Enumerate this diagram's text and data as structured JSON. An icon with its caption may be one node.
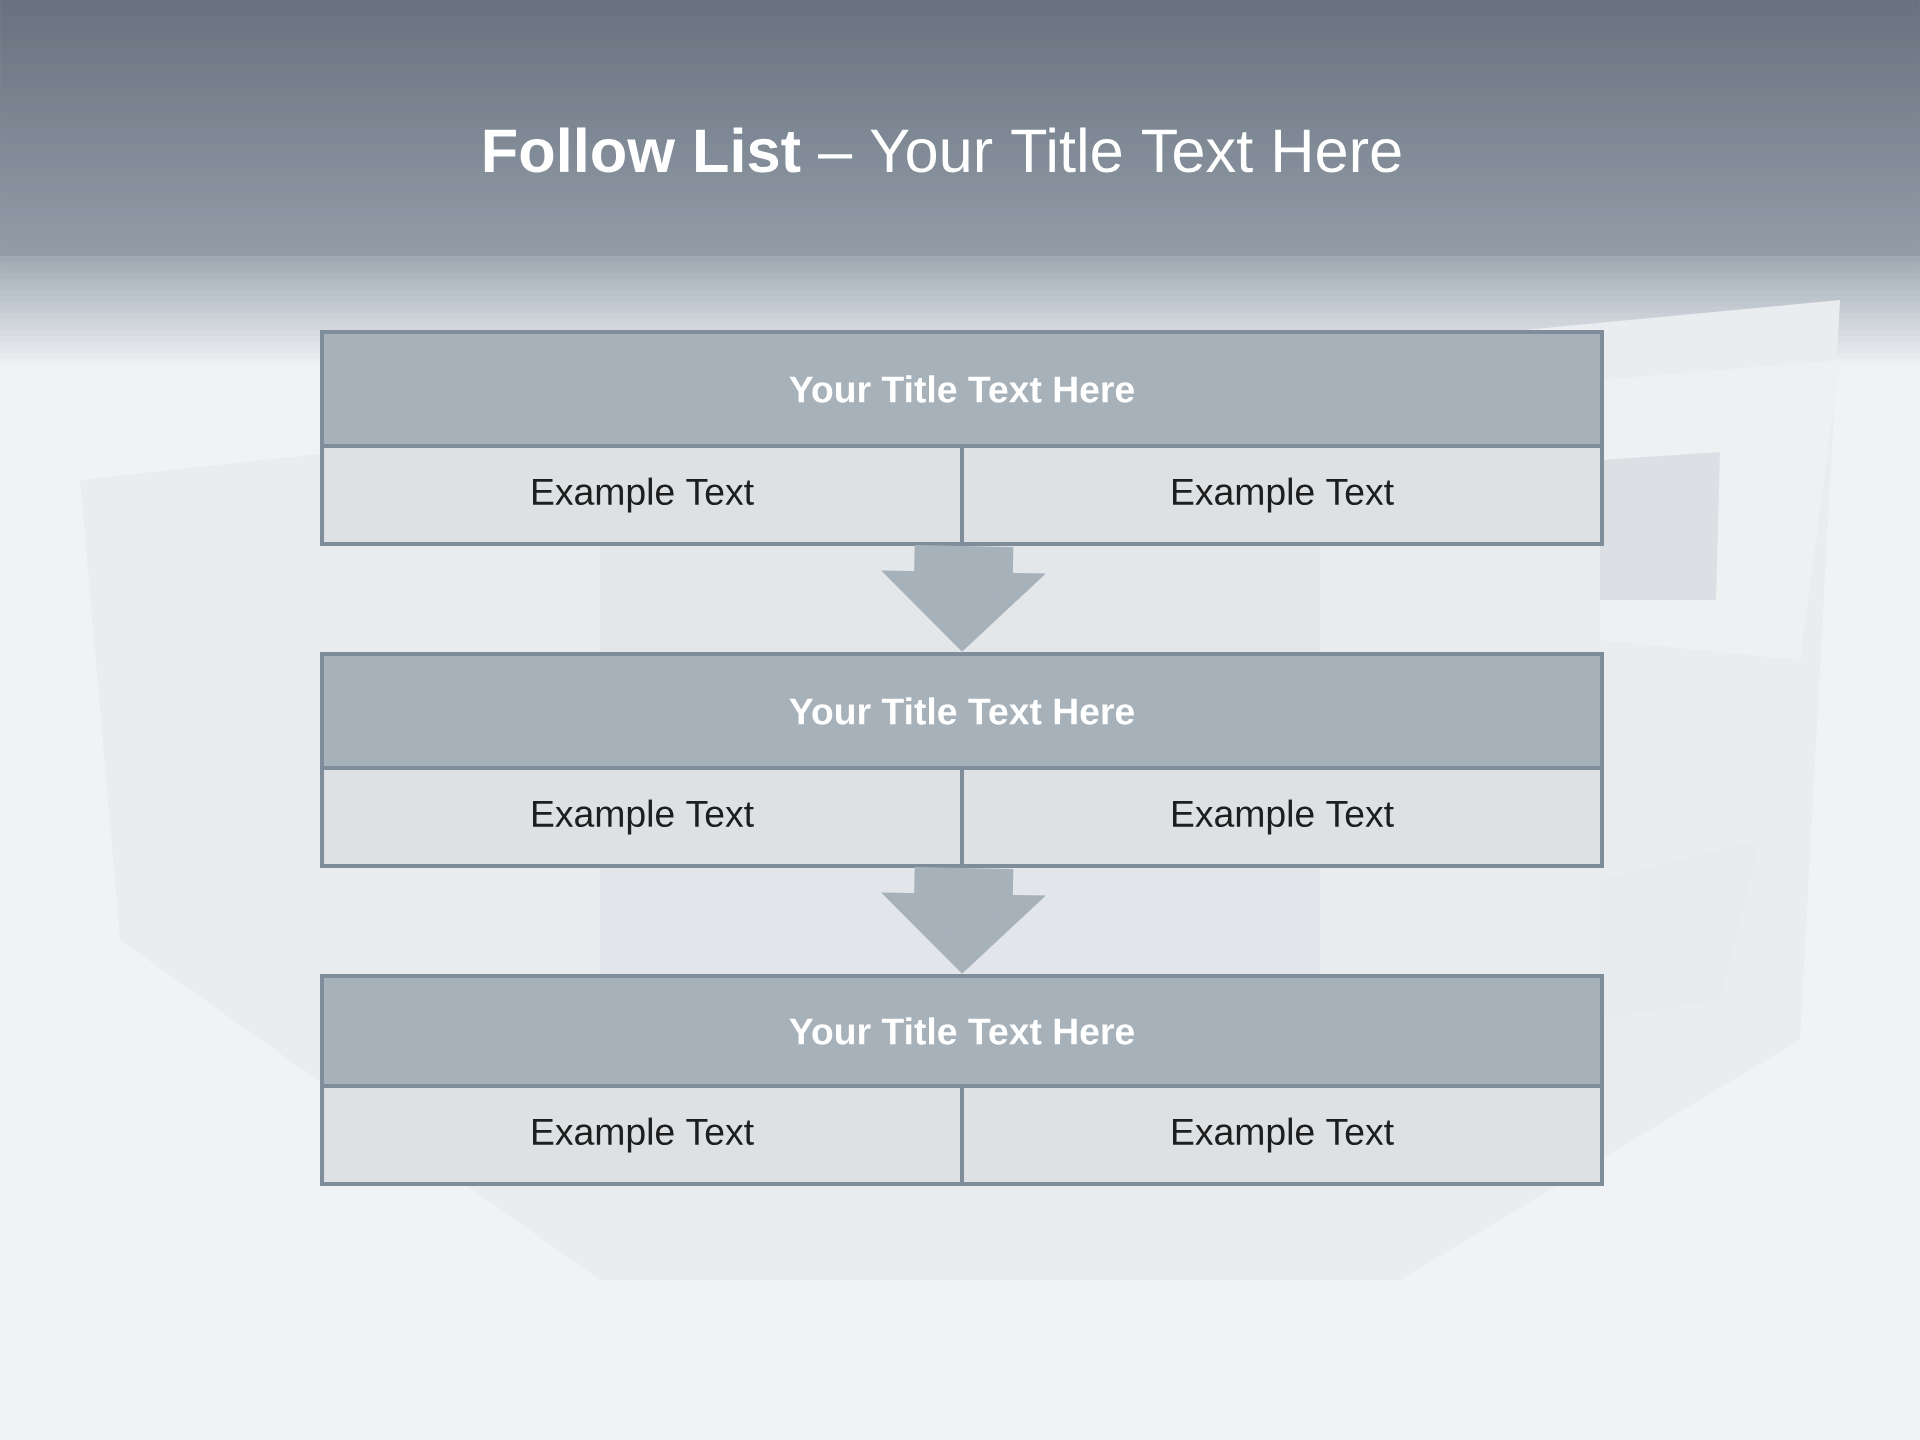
{
  "diagram": {
    "title": "**Follow List**  – Your Title Text Here",
    "nodes": [
      {
        "text": [
          "Your Title Text Here"
        ]
      },
      {
        "text": [
          "Example Text"
        ]
      },
      {
        "text": [
          "Example Text"
        ]
      },
      {
        "text": [
          "Your Title Text Here"
        ]
      },
      {
        "text": [
          "Example Text"
        ]
      },
      {
        "text": [
          "Example Text"
        ]
      },
      {
        "text": [
          "Your Title Text Here"
        ]
      },
      {
        "text": [
          "Example Text"
        ]
      },
      {
        "text": [
          "Example Text"
        ]
      }
    ],
    "edges": [
      {
        "from": 1,
        "to": 3,
        "arrow": "to"
      },
      {
        "from": 4,
        "to": 6,
        "arrow": "to"
      }
    ]
  }
}
